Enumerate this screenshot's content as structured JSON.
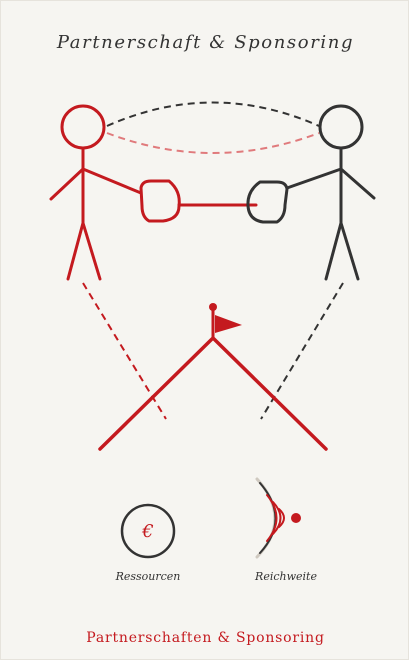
{
  "header": {
    "title": "Partnerschaft & Sponsoring"
  },
  "illustration": {
    "left_figure_color": "#c41a1f",
    "right_figure_color": "#333333",
    "accent_color": "#c41a1f",
    "euro_symbol": "€",
    "icons": [
      {
        "name": "euro-icon",
        "label": "Ressourcen"
      },
      {
        "name": "reach-icon",
        "label": "Reichweite"
      }
    ]
  },
  "footer": {
    "link_label": "Partnerschaften & Sponsoring"
  }
}
